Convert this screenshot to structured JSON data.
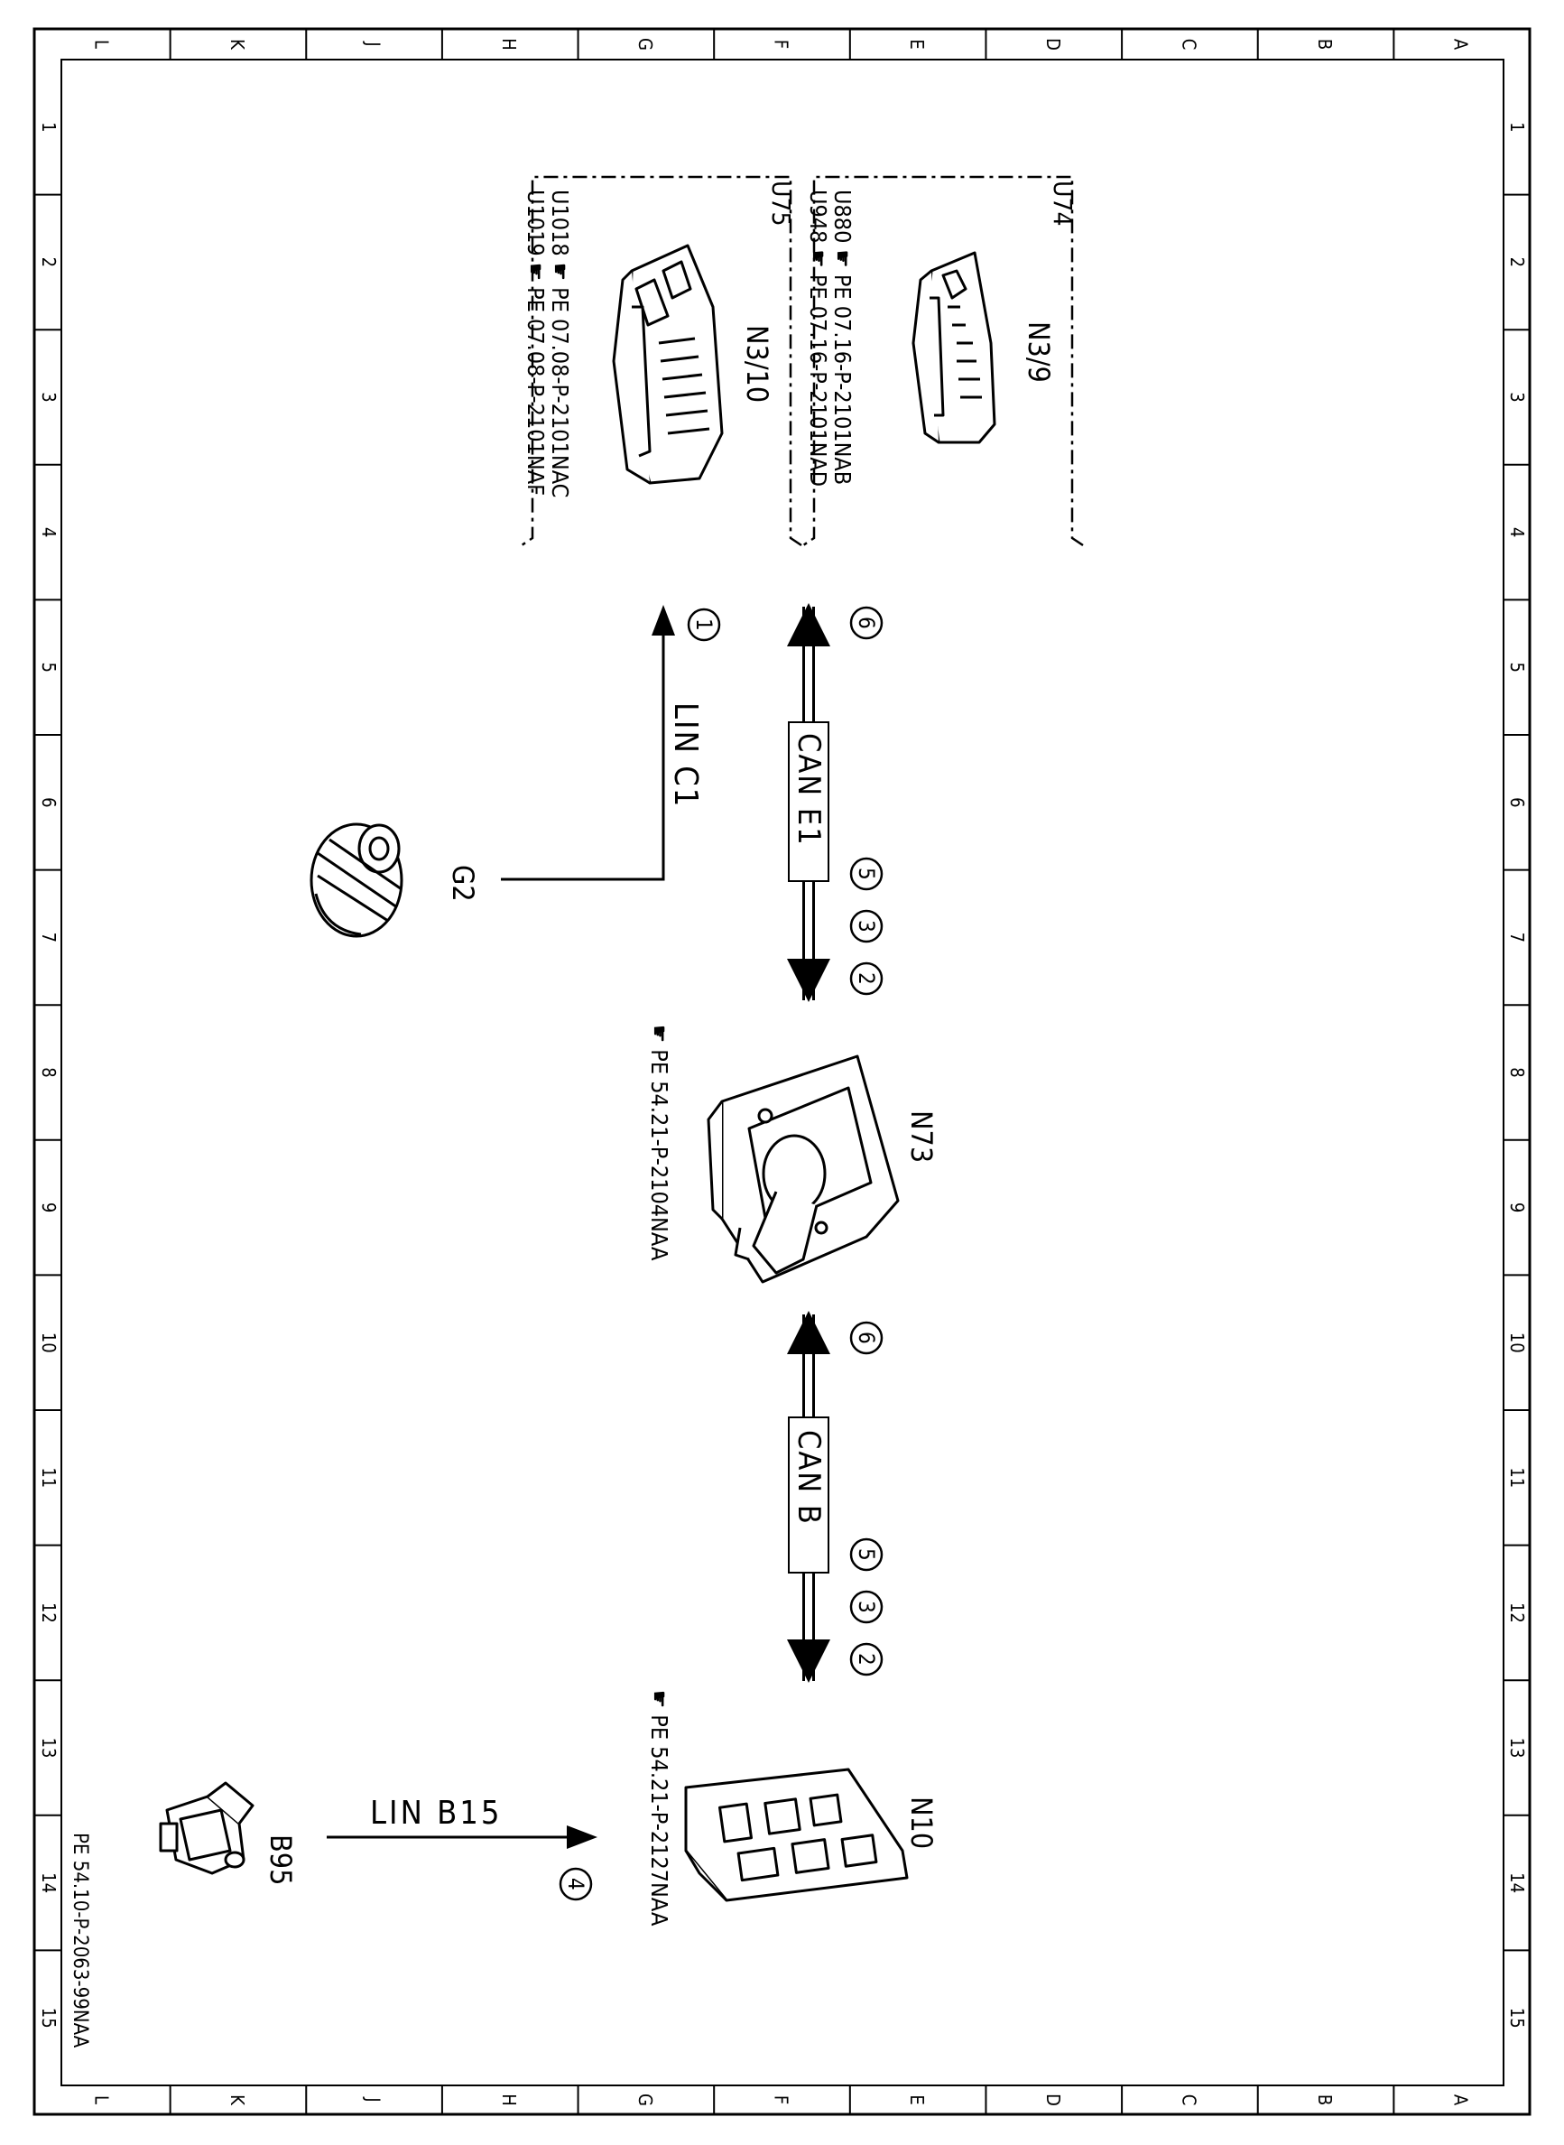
{
  "frame": {
    "column_letters": [
      "L",
      "K",
      "J",
      "H",
      "G",
      "F",
      "E",
      "D",
      "C",
      "B",
      "A"
    ],
    "row_numbers": [
      "1",
      "2",
      "3",
      "4",
      "5",
      "6",
      "7",
      "8",
      "9",
      "10",
      "11",
      "12",
      "13",
      "14",
      "15"
    ],
    "drawing_number": "PE 54.10-P-2063-99NAA"
  },
  "components": {
    "n3_9": {
      "group_label": "U74",
      "name": "N3/9",
      "refs": [
        "U880 ☛ PE 07.16-P-2101NAB",
        "U948 ☛ PE 07.16-P-2101NAD"
      ]
    },
    "n3_10": {
      "group_label": "U75",
      "name": "N3/10",
      "refs": [
        "U1018 ☛ PE 07.08-P-2101NAC",
        "U1019 ☛ PE 07.08-P-2101NAF"
      ]
    },
    "g2": {
      "name": "G2"
    },
    "n73": {
      "name": "N73",
      "ref": "☛ PE 54.21-P-2104NAA"
    },
    "n10": {
      "name": "N10",
      "ref": "☛ PE 54.21-P-2127NAA"
    },
    "b95": {
      "name": "B95"
    }
  },
  "buses": {
    "can_e1": {
      "label": "CAN E1",
      "markers_top": [
        "6"
      ],
      "markers_bottom": [
        "5",
        "3",
        "2"
      ]
    },
    "can_b": {
      "label": "CAN B",
      "markers_top": [
        "6"
      ],
      "markers_bottom": [
        "5",
        "3",
        "2"
      ]
    },
    "lin_c1": {
      "label": "LIN C1",
      "marker": "1"
    },
    "lin_b15": {
      "label": "LIN B15",
      "marker": "4"
    }
  }
}
